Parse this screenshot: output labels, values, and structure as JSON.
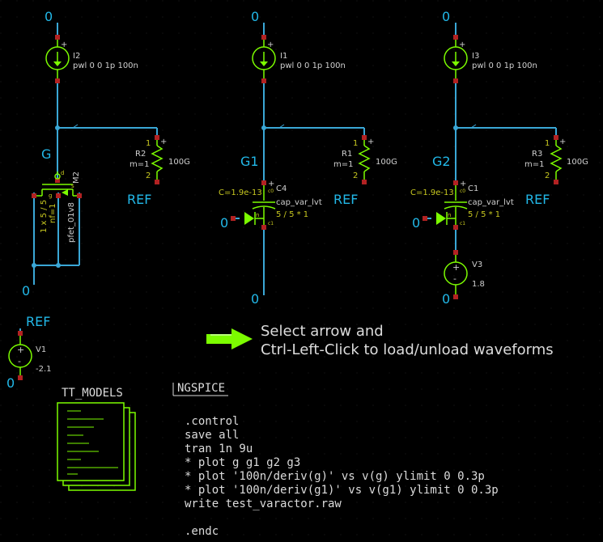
{
  "nets": {
    "gnd": "0",
    "g": "G",
    "g1": "G1",
    "g2": "G2",
    "ref": "REF"
  },
  "sources": {
    "i2": {
      "name": "I2",
      "value": "pwl 0 0 1p 100n"
    },
    "i1": {
      "name": "I1",
      "value": "pwl 0 0 1p 100n"
    },
    "i3": {
      "name": "I3",
      "value": "pwl 0 0 1p 100n"
    },
    "v1": {
      "name": "V1",
      "value": "-2.1"
    },
    "v3": {
      "name": "V3",
      "value": "1.8"
    }
  },
  "resistors": {
    "r2": {
      "name": "R2",
      "m": "m=1",
      "value": "100G"
    },
    "r1": {
      "name": "R1",
      "m": "m=1",
      "value": "100G"
    },
    "r3": {
      "name": "R3",
      "m": "m=1",
      "value": "100G"
    }
  },
  "pin_numbers": {
    "one": "1",
    "two": "2"
  },
  "mosfet": {
    "name": "M2",
    "params": "1 x 5 / 5",
    "nf": "nf=1",
    "model": "pfet_01v8",
    "pin_d": "d",
    "pin_g": "g",
    "pin_s": "s"
  },
  "varactors": {
    "c4": {
      "name": "C4",
      "cap": "C=1.9e-13",
      "model": "cap_var_lvt",
      "size": "5 / 5 * 1"
    },
    "c1": {
      "name": "C1",
      "cap": "C=1.9e-13",
      "model": "cap_var_lvt",
      "size": "5 / 5 * 1"
    },
    "pin_c0": "c0",
    "pin_c1": "c1",
    "pin_n": "n"
  },
  "hint": {
    "line1": "Select arrow and",
    "line2": "Ctrl-Left-Click to load/unload waveforms"
  },
  "tt_models_label": "TT_MODELS",
  "ngspice": {
    "title": "NGSPICE",
    "lines": [
      ".control",
      "save all",
      "tran 1n 9u",
      "* plot g g1 g2 g3",
      "* plot '100n/deriv(g)' vs v(g) ylimit 0 0.3p",
      "* plot '100n/deriv(g1)' vs v(g1) ylimit 0 0.3p",
      "write test_varactor.raw",
      "",
      ".endc"
    ]
  },
  "colors": {
    "background": "#000000",
    "wire": "#3aa7d6",
    "symbol": "#7CFC00",
    "pin": "#b22222",
    "net_label": "#22b8e8",
    "param_yellow": "#c8c820"
  }
}
